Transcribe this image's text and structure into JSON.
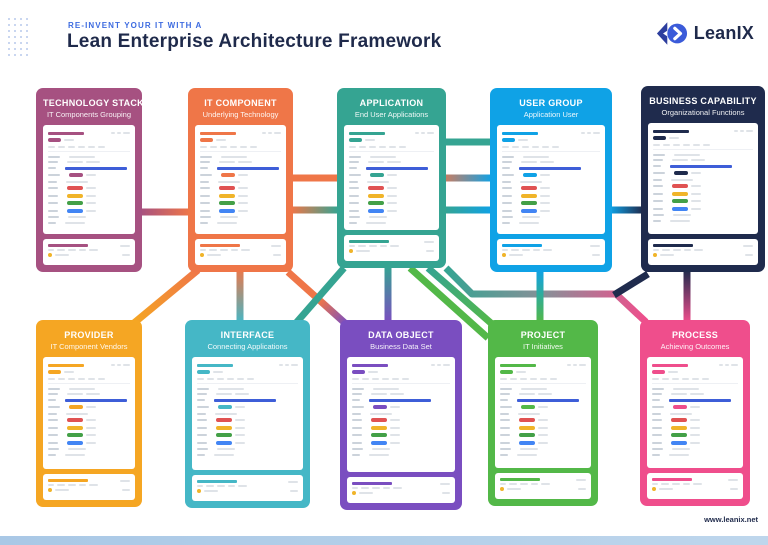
{
  "header": {
    "kicker": "RE-INVENT YOUR IT WITH A",
    "title": "Lean Enterprise Architecture Framework"
  },
  "logo": {
    "text": "LeanIX"
  },
  "footer": {
    "url": "www.leanix.net"
  },
  "colors": {
    "kicker_blue": "#3D6BE0",
    "navy_text": "#1F2A4B",
    "timeline_blue": "#3E5ED8",
    "bottom_bar_blue": "#AECBE9",
    "logo_mark_dark": "#2D3E9E",
    "logo_mark_blue": "#3B5BD9"
  },
  "cards": [
    {
      "id": "technology-stack",
      "title": "TECHNOLOGY STACK",
      "subtitle": "IT Components Grouping",
      "color": "#A65181"
    },
    {
      "id": "it-component",
      "title": "IT COMPONENT",
      "subtitle": "Underlying Technology",
      "color": "#EF7648"
    },
    {
      "id": "application",
      "title": "APPLICATION",
      "subtitle": "End User Applications",
      "color": "#35A492"
    },
    {
      "id": "user-group",
      "title": "USER GROUP",
      "subtitle": "Application User",
      "color": "#0FA2E6"
    },
    {
      "id": "business-capability",
      "title": "BUSINESS CAPABILITY",
      "subtitle": "Organizational Functions",
      "color": "#1F2B4D"
    },
    {
      "id": "provider",
      "title": "PROVIDER",
      "subtitle": "IT Component Vendors",
      "color": "#F5A623"
    },
    {
      "id": "interface",
      "title": "INTERFACE",
      "subtitle": "Connecting Applications",
      "color": "#45B7C6"
    },
    {
      "id": "data-object",
      "title": "DATA OBJECT",
      "subtitle": "Business Data Set",
      "color": "#7A4EC0"
    },
    {
      "id": "project",
      "title": "PROJECT",
      "subtitle": "IT Initiatives",
      "color": "#53B848"
    },
    {
      "id": "process",
      "title": "PROCESS",
      "subtitle": "Achieving Outcomes",
      "color": "#EF4E8C"
    }
  ],
  "connections": [
    {
      "from": "technology-stack",
      "to": "it-component"
    },
    {
      "from": "it-component",
      "to": "application"
    },
    {
      "from": "it-component",
      "to": "user-group"
    },
    {
      "from": "it-component",
      "to": "provider"
    },
    {
      "from": "it-component",
      "to": "interface"
    },
    {
      "from": "it-component",
      "to": "data-object"
    },
    {
      "from": "application",
      "to": "user-group"
    },
    {
      "from": "application",
      "to": "interface"
    },
    {
      "from": "application",
      "to": "data-object"
    },
    {
      "from": "application",
      "to": "project"
    },
    {
      "from": "application",
      "to": "process"
    },
    {
      "from": "user-group",
      "to": "business-capability"
    },
    {
      "from": "user-group",
      "to": "project"
    },
    {
      "from": "business-capability",
      "to": "process"
    },
    {
      "from": "business-capability",
      "to": "project"
    }
  ]
}
